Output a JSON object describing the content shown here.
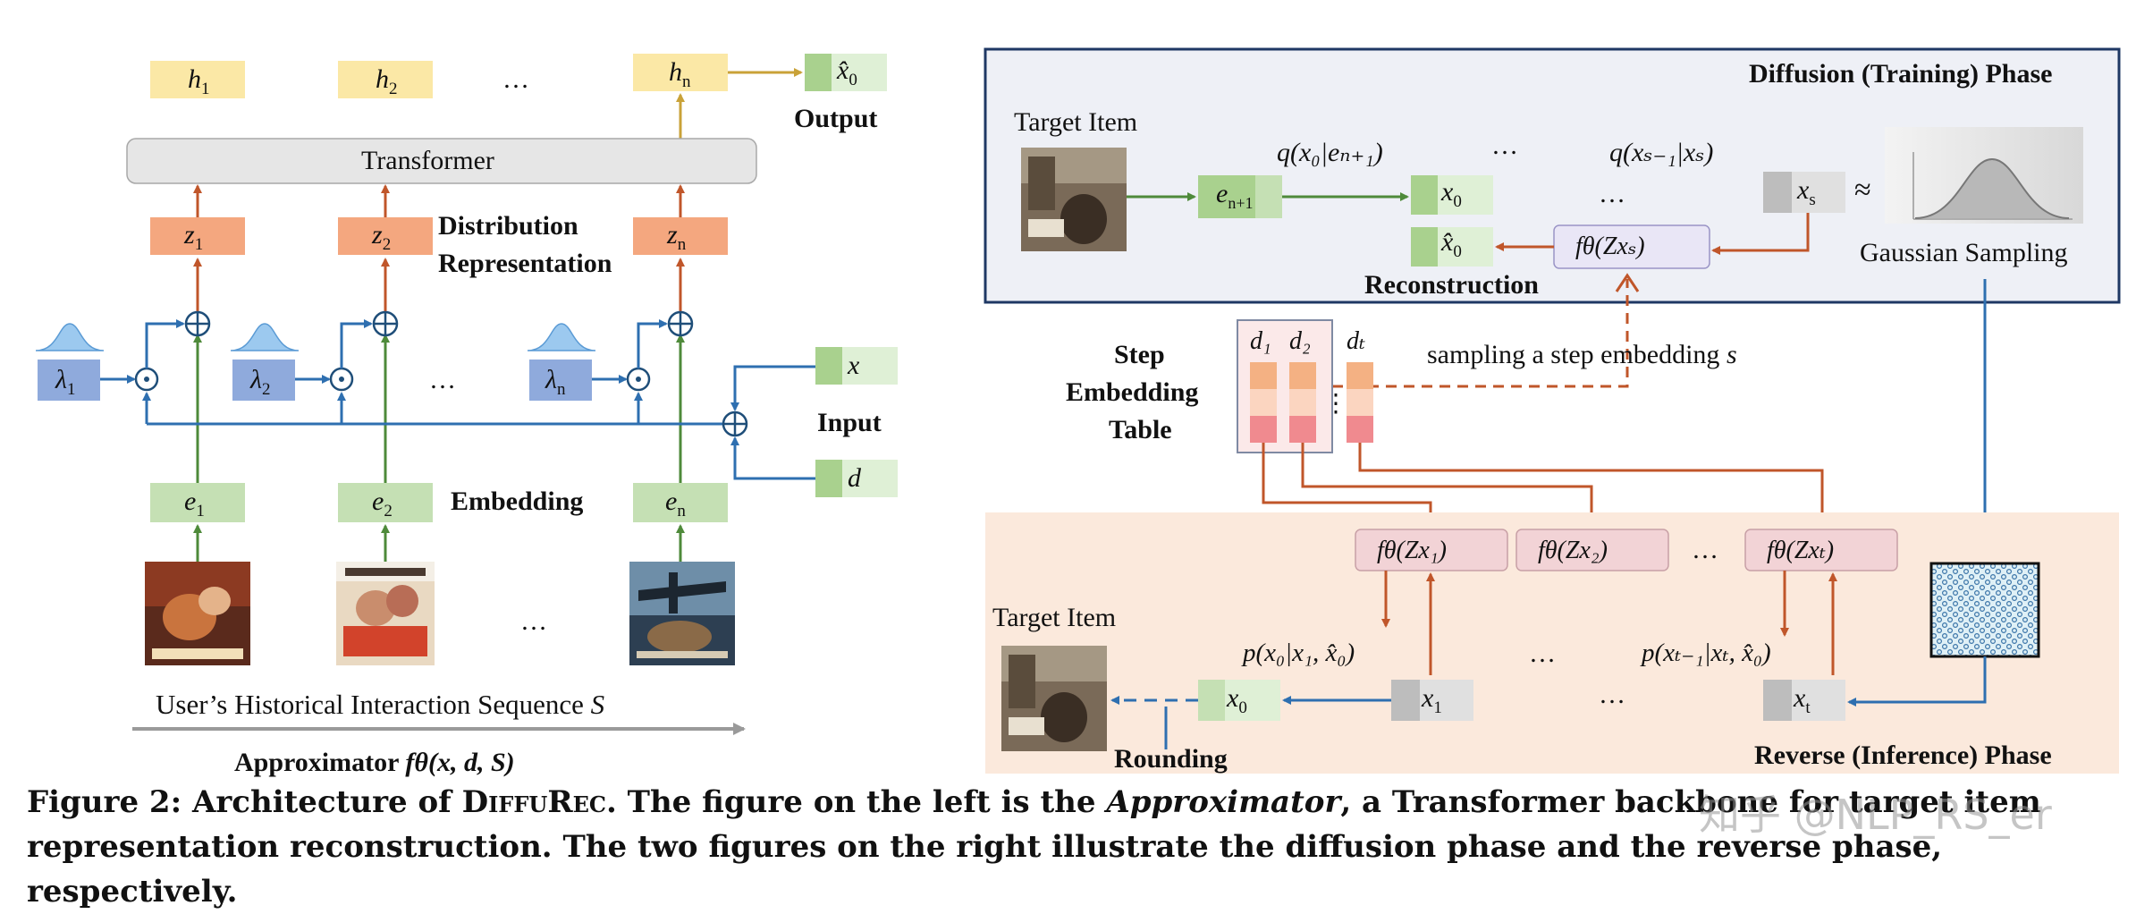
{
  "left": {
    "hidden_labels": [
      "h",
      "h",
      "h"
    ],
    "hidden_subs": [
      "1",
      "2",
      "n"
    ],
    "ellipsis": "…",
    "output_label": "Output",
    "output_token": "x̂",
    "output_sub": "0",
    "transformer_label": "Transformer",
    "z_labels": [
      "z",
      "z",
      "z"
    ],
    "z_subs": [
      "1",
      "2",
      "n"
    ],
    "distribution_line1": "Distribution",
    "distribution_line2": "Representation",
    "lambda_labels": [
      "λ",
      "λ",
      "λ"
    ],
    "lambda_subs": [
      "1",
      "2",
      "n"
    ],
    "input_label": "Input",
    "input_x": "x",
    "input_d": "d",
    "embedding_label": "Embedding",
    "e_labels": [
      "e",
      "e",
      "e"
    ],
    "e_subs": [
      "1",
      "2",
      "n"
    ],
    "sequence_label": "User’s Historical Interaction Sequence ",
    "sequence_symbol": "S",
    "approximator_label": "Approximator ",
    "approximator_formula": "fθ(x, d, S)"
  },
  "diffusion": {
    "title": "Diffusion (Training) Phase",
    "target_item": "Target Item",
    "e_next": "e",
    "e_next_sub": "n+1",
    "q1": "q(x₀|eₙ₊₁)",
    "q2": "q(xₛ₋₁|xₛ)",
    "x0": "x",
    "x0_sub": "0",
    "x0_hat": "x̂",
    "x0_hat_sub": "0",
    "xs": "x",
    "xs_sub": "s",
    "approx": "≈",
    "f_theta": "fθ(Zxₛ)",
    "reconstruction": "Reconstruction",
    "gaussian": "Gaussian Sampling"
  },
  "step_table": {
    "label_line1": "Step",
    "label_line2": "Embedding",
    "label_line3": "Table",
    "cols": [
      "d₁",
      "d₂",
      "dₜ"
    ],
    "sampling_text": "sampling a step embedding ",
    "sampling_symbol": "s"
  },
  "reverse": {
    "title": "Reverse (Inference) Phase",
    "target_item": "Target Item",
    "f1": "fθ(Zx₁)",
    "f2": "fθ(Zx₂)",
    "ft": "fθ(Zxₜ)",
    "p1": "p(x₀|x₁, x̂₀)",
    "p2": "p(xₜ₋₁|xₜ, x̂₀)",
    "x0": "x",
    "x0_sub": "0",
    "x1": "x",
    "x1_sub": "1",
    "xt": "x",
    "xt_sub": "t",
    "rounding": "Rounding"
  },
  "caption": {
    "prefix": "Figure 2: Architecture of ",
    "name": "DiffuRec",
    "mid": ". The figure on the left is the ",
    "approximator": "Approximator",
    "rest": ", a Transformer backbone for target item representation reconstruction. The two figures on the right illustrate the diffusion phase and the reverse phase, respectively."
  },
  "watermark": "知乎 @NLP_RS_er",
  "colors": {
    "hidden": "#fbe8a6",
    "z": "#f4a77f",
    "lambda": "#8faadc",
    "embed": "#c5e0b4",
    "arrow_green": "#4e8a3a",
    "arrow_orange": "#c0562a",
    "arrow_blue": "#2e6fb0",
    "arrow_gold": "#c9a238",
    "diffusion_bg": "#eef0f6",
    "reverse_bg": "#fbe9dc"
  }
}
